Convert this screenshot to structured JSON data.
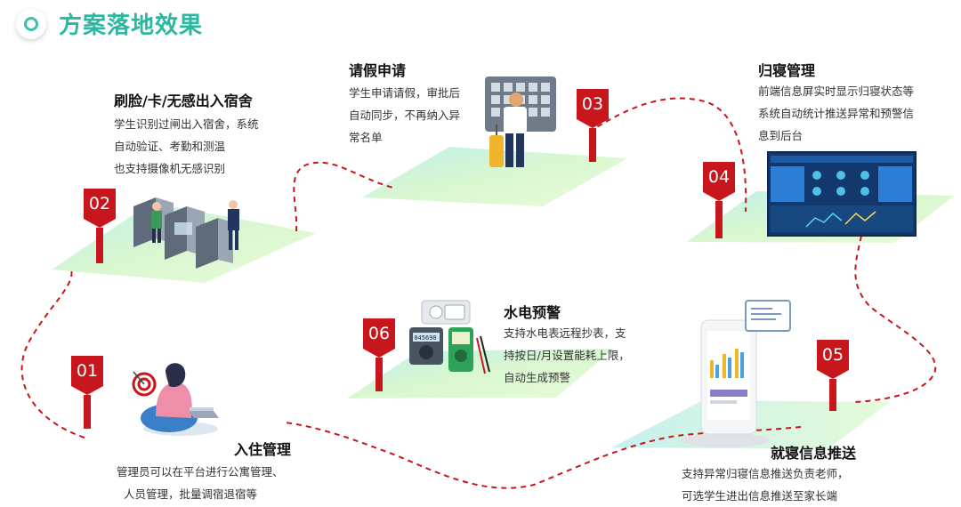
{
  "page": {
    "title": "方案落地效果",
    "accent": "#2bb7a0",
    "flag_color": "#c8161d"
  },
  "stations": [
    {
      "number": "01",
      "title": "入住管理",
      "lines": [
        "管理员可以在平台进行公寓管理、",
        "人员管理，批量调宿退宿等"
      ],
      "icon": "person-laptop-icon"
    },
    {
      "number": "02",
      "title": "刷脸/卡/无感出入宿舍",
      "lines": [
        "学生识别过闸出入宿舍，系统",
        "自动验证、考勤和测温",
        "也支持摄像机无感识别"
      ],
      "icon": "turnstile-gate-icon"
    },
    {
      "number": "03",
      "title": "请假申请",
      "lines": [
        "学生申请请假，审批后",
        "自动同步，不再纳入异",
        "常名单"
      ],
      "icon": "student-luggage-icon"
    },
    {
      "number": "04",
      "title": "归寝管理",
      "lines": [
        "前端信息屏实时显示归寝状态等",
        "系统自动统计推送异常和预警信",
        "息到后台"
      ],
      "icon": "dashboard-screen-icon"
    },
    {
      "number": "05",
      "title": "就寝信息推送",
      "lines": [
        "支持异常归寝信息推送负责老师，",
        "可选学生进出信息推送至家长端"
      ],
      "icon": "phone-report-icon"
    },
    {
      "number": "06",
      "title": "水电预警",
      "lines": [
        "支持水电表远程抄表，支",
        "持按日/月设置能耗上限，",
        "自动生成预警"
      ],
      "icon": "meter-icon"
    }
  ],
  "meter_display": "045690"
}
